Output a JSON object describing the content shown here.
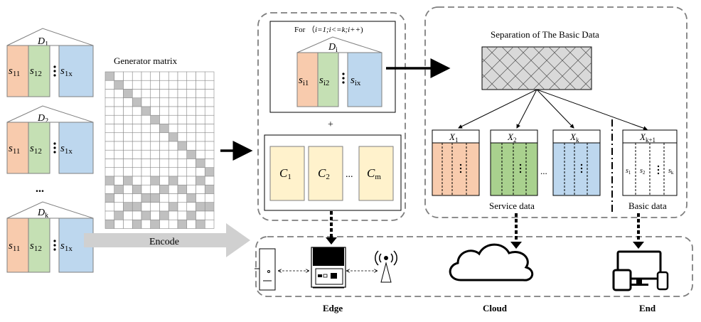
{
  "groups": [
    {
      "label": "D",
      "sub": "1",
      "cells": [
        "s",
        "s",
        "s"
      ],
      "cell_subs": [
        "11",
        "12",
        "1x"
      ]
    },
    {
      "label": "D",
      "sub": "2",
      "cells": [
        "s",
        "s",
        "s"
      ],
      "cell_subs": [
        "11",
        "12",
        "1x"
      ]
    },
    {
      "label": "D",
      "sub": "k",
      "cells": [
        "s",
        "s",
        "s"
      ],
      "cell_subs": [
        "11",
        "12",
        "1x"
      ]
    }
  ],
  "between_groups_dots": "...",
  "generator_title": "Generator matrix",
  "encode_label": "Encode",
  "loop": {
    "label_prefix": "For （",
    "label_expr": "i=1;i<=k;i++",
    "label_suffix": ")",
    "group_label": "D",
    "group_sub": "i",
    "cells": [
      "s",
      "s",
      "s"
    ],
    "cell_subs": [
      "i1",
      "i2",
      "ix"
    ]
  },
  "plus": "+",
  "codes": [
    {
      "letter": "C",
      "sub": "1"
    },
    {
      "letter": "C",
      "sub": "2"
    },
    {
      "letter": "C",
      "sub": "m"
    }
  ],
  "codes_dots": "...",
  "separation_title": "Separation of The Basic Data",
  "columns": [
    {
      "letter": "X",
      "sub": "1"
    },
    {
      "letter": "X",
      "sub": "2"
    },
    {
      "letter": "X",
      "sub": "k"
    },
    {
      "letter": "X",
      "sub": "k+1"
    }
  ],
  "columns_dots": "...",
  "basic_cells": [
    {
      "letter": "s",
      "sub": "1"
    },
    {
      "letter": "s",
      "sub": "2"
    },
    {
      "letter": "s",
      "sub": "k"
    }
  ],
  "service_label": "Service data",
  "basic_label": "Basic data",
  "tiers": [
    "Edge",
    "Cloud",
    "End"
  ],
  "colors": {
    "orange": "#f8cbad",
    "green": "#c5e0b4",
    "green_dark": "#a9d18e",
    "blue": "#bdd7ee",
    "yellow": "#fff2cc",
    "gray": "#c8c8c8",
    "hatch": "#d9d9d9"
  }
}
